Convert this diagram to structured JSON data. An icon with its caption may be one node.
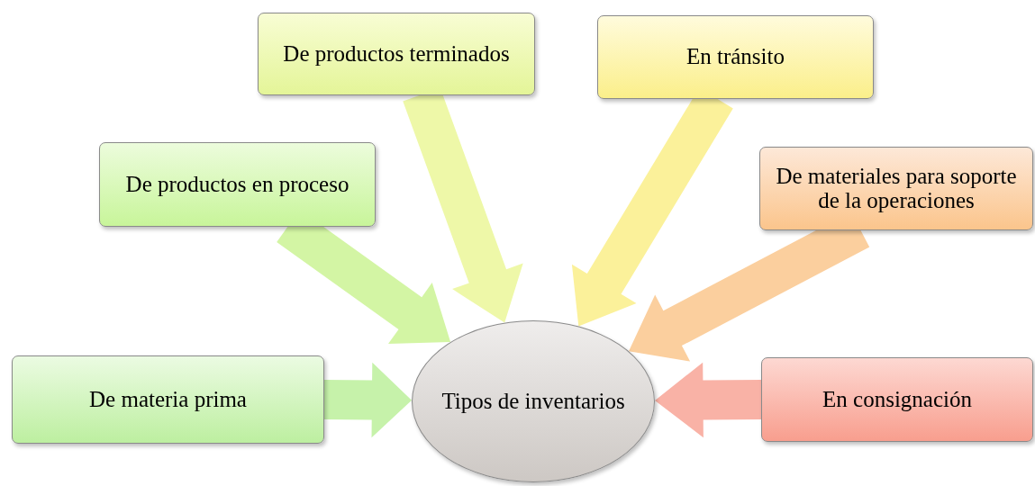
{
  "diagram": {
    "nodes": [
      {
        "text": [
          "Tipos de inventarios"
        ]
      },
      {
        "text": [
          "De materia prima"
        ]
      },
      {
        "text": [
          "De productos en proceso"
        ]
      },
      {
        "text": [
          "De productos terminados"
        ]
      },
      {
        "text": [
          "En tránsito"
        ]
      },
      {
        "text": [
          "De materiales para soporte de la operaciones"
        ]
      },
      {
        "text": [
          "En consignación"
        ]
      }
    ],
    "edges": [
      {
        "from": 1,
        "to": 0,
        "arrow": "to",
        "style": "thick",
        "color": "#c6f2aa"
      },
      {
        "from": 2,
        "to": 0,
        "arrow": "to",
        "style": "thick",
        "color": "#d3f5a4"
      },
      {
        "from": 3,
        "to": 0,
        "arrow": "to",
        "style": "thick",
        "color": "#eef8a8"
      },
      {
        "from": 4,
        "to": 0,
        "arrow": "to",
        "style": "thick",
        "color": "#fbf19a"
      },
      {
        "from": 5,
        "to": 0,
        "arrow": "to",
        "style": "thick",
        "color": "#fbcf9e"
      },
      {
        "from": 6,
        "to": 0,
        "arrow": "to",
        "style": "thick",
        "color": "#f9b2a6"
      }
    ]
  }
}
